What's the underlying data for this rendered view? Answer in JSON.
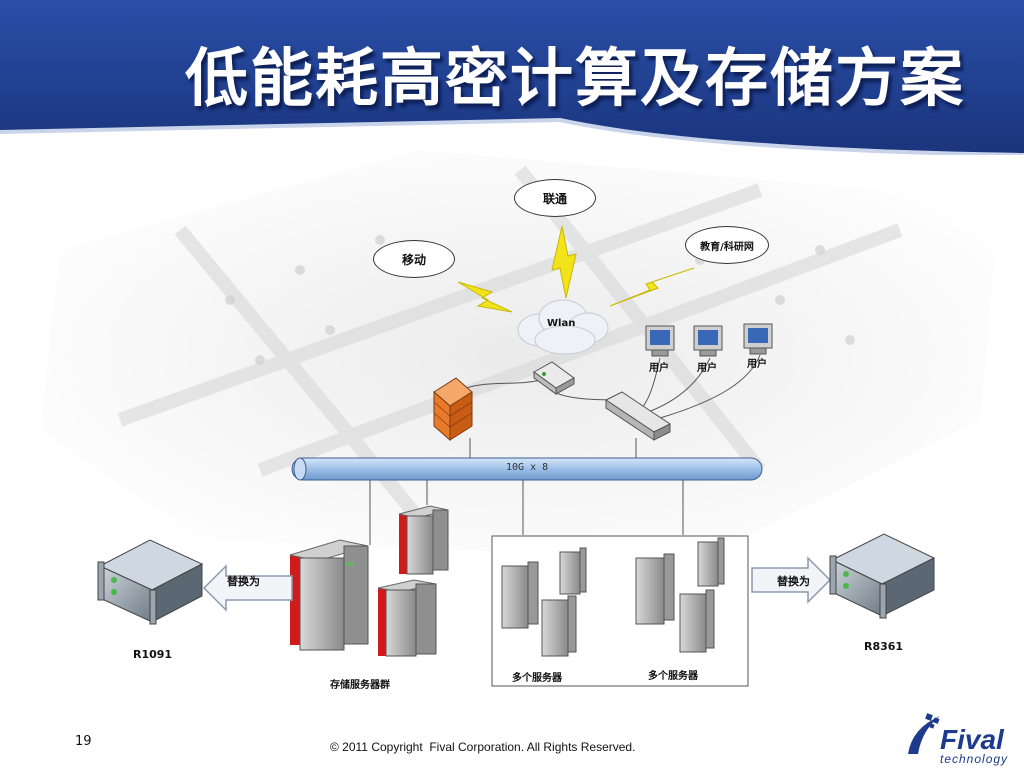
{
  "slide": {
    "title": "低能耗高密计算及存储方案",
    "page_number": "19",
    "copyright": "© 2011 Copyright  Fival Corporation. All Rights Reserved."
  },
  "logo": {
    "name": "Fival",
    "tagline": "technology"
  },
  "networks": {
    "unicom": "联通",
    "mobile": "移动",
    "edu": "教育/科研网",
    "wlan": "Wlan"
  },
  "users": [
    "用户",
    "用户",
    "用户"
  ],
  "bus": {
    "label": "10G x 8"
  },
  "replace_left": "替换为",
  "replace_right": "替换为",
  "servers": {
    "left_model": "R1091",
    "right_model": "R8361",
    "storage_group": "存储服务器群",
    "multi_1": "多个服务器",
    "multi_2": "多个服务器"
  },
  "colors": {
    "header_blue": "#1f3f8f",
    "bus_fill": "#a9c7ea",
    "storage_red": "#d11a1a",
    "lightning": "#f2e31a",
    "firewall": "#e87a2a"
  }
}
